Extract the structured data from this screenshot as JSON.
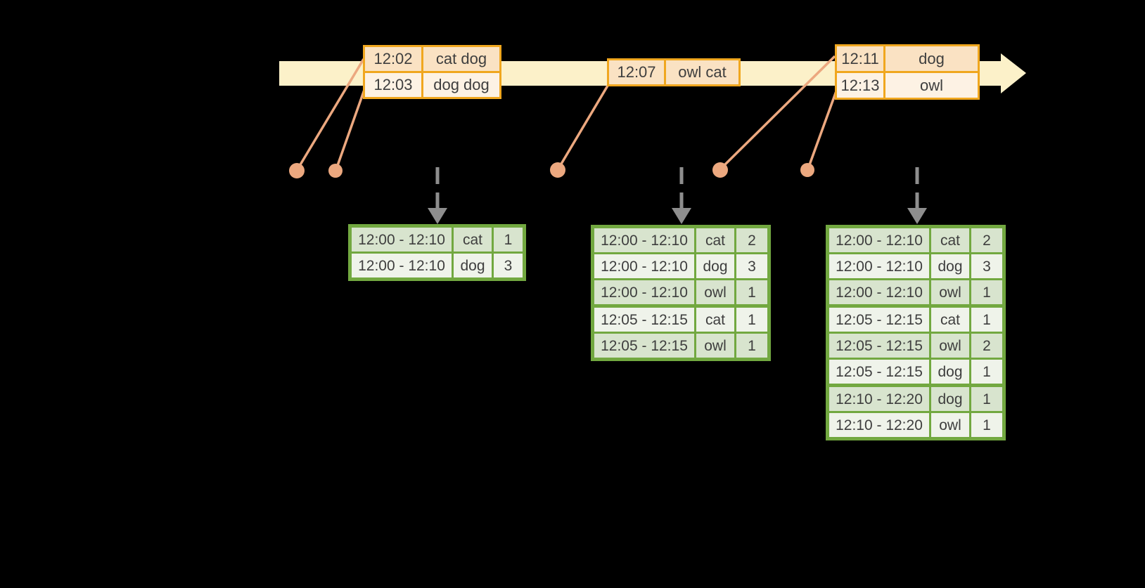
{
  "colors": {
    "background": "#000000",
    "band": "#FCF1C9",
    "gold": "#F0A71F",
    "peach_dark": "#FAE2C3",
    "peach_light": "#FDF2E4",
    "salmon": "#ECA87F",
    "green": "#72A840",
    "cell_dark": "#D8E4CE",
    "cell_light": "#EFF3EA",
    "gray": "#8E8E8E",
    "text": "#3E3E3E"
  },
  "event_tables": [
    {
      "rows": [
        {
          "time": "12:02",
          "words": "cat dog"
        },
        {
          "time": "12:03",
          "words": "dog dog"
        }
      ]
    },
    {
      "rows": [
        {
          "time": "12:07",
          "words": "owl cat"
        }
      ]
    },
    {
      "rows": [
        {
          "time": "12:11",
          "words": "dog"
        },
        {
          "time": "12:13",
          "words": "owl"
        }
      ]
    }
  ],
  "result_tables": [
    {
      "rows": [
        {
          "window": "12:00 - 12:10",
          "word": "cat",
          "count": "1"
        },
        {
          "window": "12:00 - 12:10",
          "word": "dog",
          "count": "3"
        }
      ]
    },
    {
      "rows": [
        {
          "window": "12:00 - 12:10",
          "word": "cat",
          "count": "2"
        },
        {
          "window": "12:00 - 12:10",
          "word": "dog",
          "count": "3"
        },
        {
          "window": "12:00 - 12:10",
          "word": "owl",
          "count": "1"
        },
        {
          "window": "12:05 - 12:15",
          "word": "cat",
          "count": "1"
        },
        {
          "window": "12:05 - 12:15",
          "word": "owl",
          "count": "1"
        }
      ]
    },
    {
      "rows": [
        {
          "window": "12:00 - 12:10",
          "word": "cat",
          "count": "2"
        },
        {
          "window": "12:00 - 12:10",
          "word": "dog",
          "count": "3"
        },
        {
          "window": "12:00 - 12:10",
          "word": "owl",
          "count": "1"
        },
        {
          "window": "12:05 - 12:15",
          "word": "cat",
          "count": "1"
        },
        {
          "window": "12:05 - 12:15",
          "word": "owl",
          "count": "2"
        },
        {
          "window": "12:05 - 12:15",
          "word": "dog",
          "count": "1"
        },
        {
          "window": "12:10 - 12:20",
          "word": "dog",
          "count": "1"
        },
        {
          "window": "12:10 - 12:20",
          "word": "owl",
          "count": "1"
        }
      ]
    }
  ]
}
